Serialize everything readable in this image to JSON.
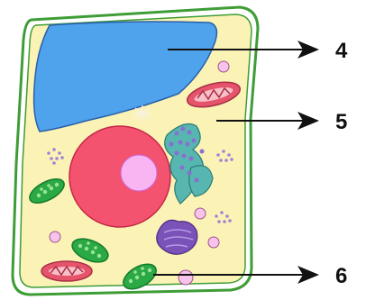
{
  "figure": {
    "callouts": [
      {
        "label": "4"
      },
      {
        "label": "5"
      },
      {
        "label": "6"
      }
    ]
  },
  "colors": {
    "cell_wall": "#3e9d36",
    "cytoplasm": "#fbf3b6",
    "vacuole": "#4ea3ec",
    "nucleus": "#f4536f",
    "nucleolus": "#f9b5f2",
    "chloroplast": "#2aa944",
    "mitochondrion": "#e5546b",
    "golgi": "#7b52b8",
    "er": "#57b6b0",
    "vesicle": "#f6c4ea",
    "arrow": "#111111"
  }
}
